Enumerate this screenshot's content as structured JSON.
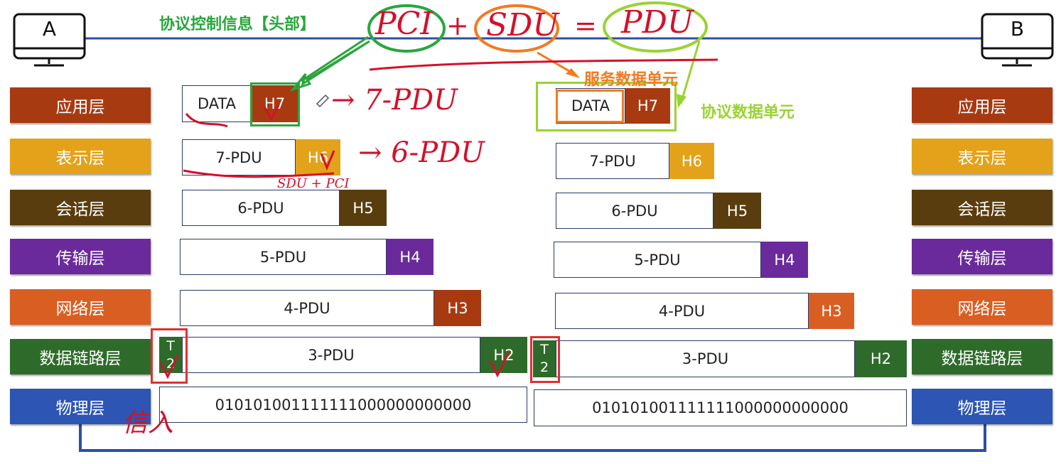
{
  "hosts": {
    "left": "A",
    "right": "B"
  },
  "layers": [
    {
      "name": "应用层",
      "color": "#a83a12"
    },
    {
      "name": "表示层",
      "color": "#e3a21a"
    },
    {
      "name": "会话层",
      "color": "#5a3d0e"
    },
    {
      "name": "传输层",
      "color": "#6a2a9c"
    },
    {
      "name": "网络层",
      "color": "#d95e22"
    },
    {
      "name": "数据链路层",
      "color": "#2e6b2a"
    },
    {
      "name": "物理层",
      "color": "#2c55b4"
    }
  ],
  "left_stack": {
    "app": {
      "pdu": "DATA",
      "header": "H7"
    },
    "pres": {
      "pdu": "7-PDU",
      "header": "H6"
    },
    "sess": {
      "pdu": "6-PDU",
      "header": "H5"
    },
    "trans": {
      "pdu": "5-PDU",
      "header": "H4"
    },
    "net": {
      "pdu": "4-PDU",
      "header": "H3"
    },
    "link": {
      "pdu": "3-PDU",
      "header": "H2",
      "trailer_t": "T",
      "trailer_n": "2"
    },
    "phys": {
      "bits": "010101001111111000000000000"
    }
  },
  "right_stack": {
    "app": {
      "pdu": "DATA",
      "header": "H7"
    },
    "pres": {
      "pdu": "7-PDU",
      "header": "H6"
    },
    "sess": {
      "pdu": "6-PDU",
      "header": "H5"
    },
    "trans": {
      "pdu": "5-PDU",
      "header": "H4"
    },
    "net": {
      "pdu": "4-PDU",
      "header": "H3"
    },
    "link": {
      "pdu": "3-PDU",
      "header": "H2",
      "trailer_t": "T",
      "trailer_n": "2"
    },
    "phys": {
      "bits": "010101001111111000000000000"
    }
  },
  "annotations": {
    "pci_label": "协议控制信息【头部】",
    "sdu_label": "服务数据单元",
    "pdu_label": "协议数据单元",
    "colors": {
      "pci": "#2aa63c",
      "sdu": "#f47a20",
      "pdu": "#9ad232",
      "marker": "#e03030"
    }
  },
  "handwriting": {
    "formula": {
      "pci": "PCI",
      "plus": "+",
      "sdu": "SDU",
      "equals": "=",
      "pdu": "PDU"
    },
    "app_arrow": "→ 7-PDU",
    "pres_arrow": "→ 6-PDU",
    "pres_under": "SDU + PCI",
    "phys_note": "信入"
  }
}
